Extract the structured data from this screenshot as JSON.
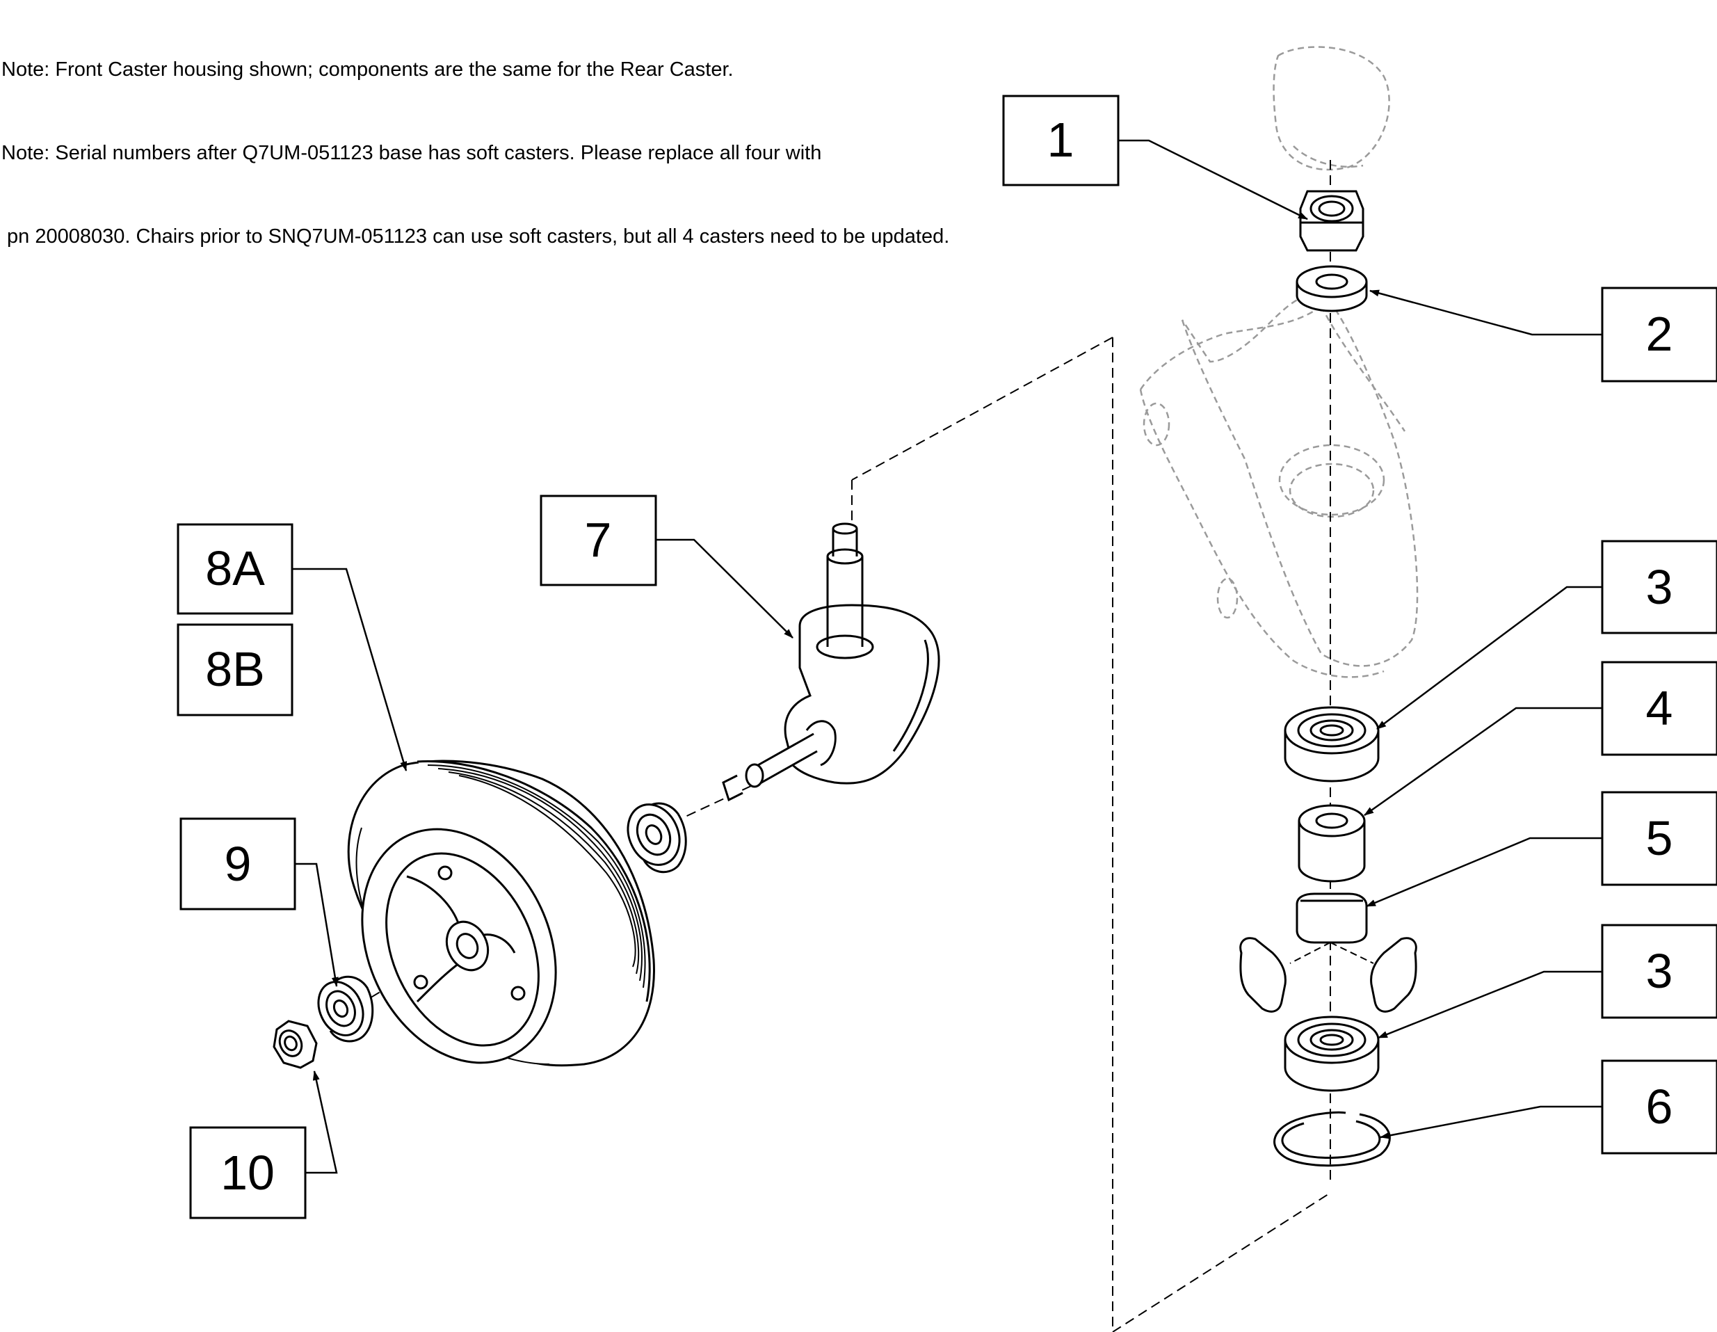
{
  "notes": [
    "Note: Front Caster housing shown; components are the same for the Rear Caster.",
    "Note: Serial numbers after Q7UM-051123 base has soft casters. Please replace all four with",
    " pn 20008030. Chairs prior to SNQ7UM-051123 can use soft casters, but all 4 casters need to be updated."
  ],
  "callouts": [
    "1",
    "2",
    "3",
    "4",
    "5",
    "3",
    "6",
    "7",
    "8A",
    "8B",
    "9",
    "10"
  ],
  "colors": {
    "line": "#000000",
    "phantom": "#9a9a9a",
    "background": "#ffffff"
  }
}
